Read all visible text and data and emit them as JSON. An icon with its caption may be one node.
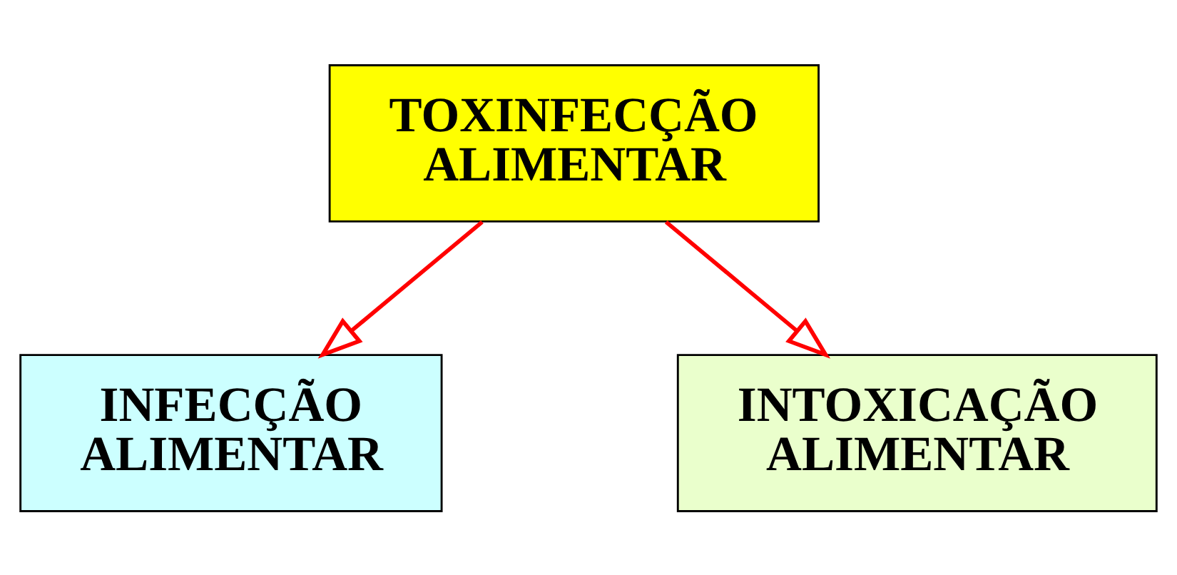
{
  "diagram": {
    "nodes": [
      {
        "text": [
          "TOXINFECÇÃO ALIMENTAR"
        ]
      },
      {
        "text": [
          "INFECÇÃO ALIMENTAR"
        ]
      },
      {
        "text": [
          "INTOXICAÇÃO ALIMENTAR"
        ]
      }
    ],
    "edges": [
      {
        "from": 0,
        "to": 1,
        "arrow": "to"
      },
      {
        "from": 0,
        "to": 2,
        "arrow": "to"
      }
    ]
  }
}
